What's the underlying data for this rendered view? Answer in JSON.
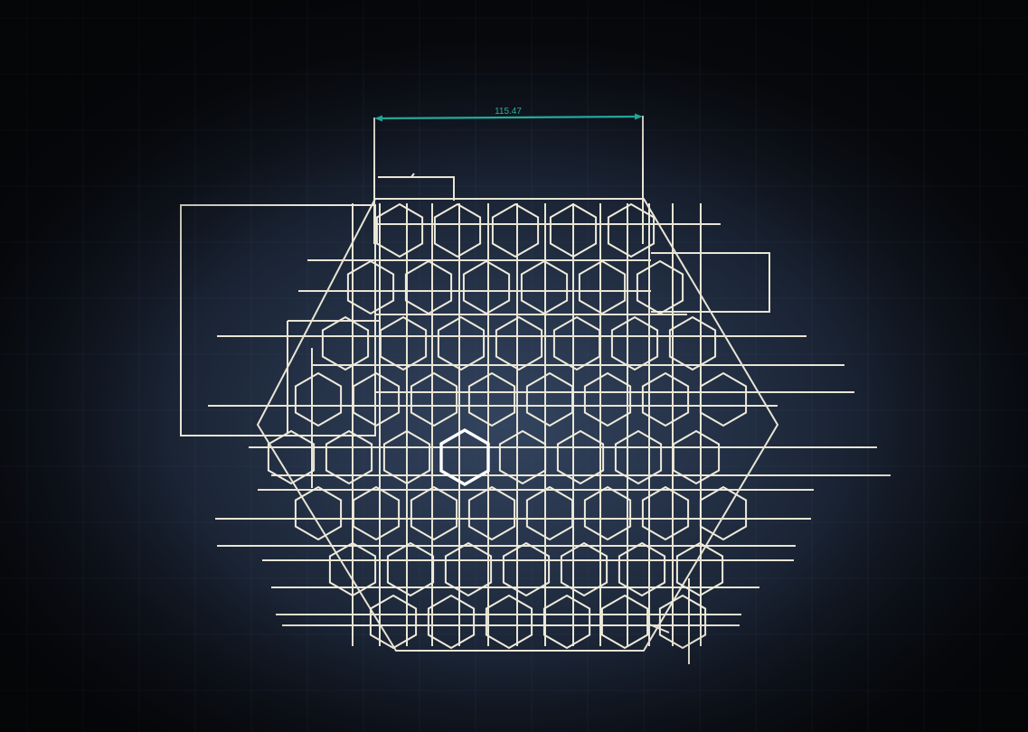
{
  "cad_view": {
    "dimension": {
      "value_text": "115.47"
    },
    "colors": {
      "background": "#28364d",
      "geometry": "#e9e5d4",
      "dimension": "#27c2ae",
      "selected": "#ffffff"
    },
    "hex_grid": {
      "rows": 8,
      "columns_per_row": [
        5,
        6,
        7,
        8,
        8,
        8,
        7,
        6
      ],
      "selected_hex": {
        "row": 4,
        "column": 3
      }
    }
  }
}
